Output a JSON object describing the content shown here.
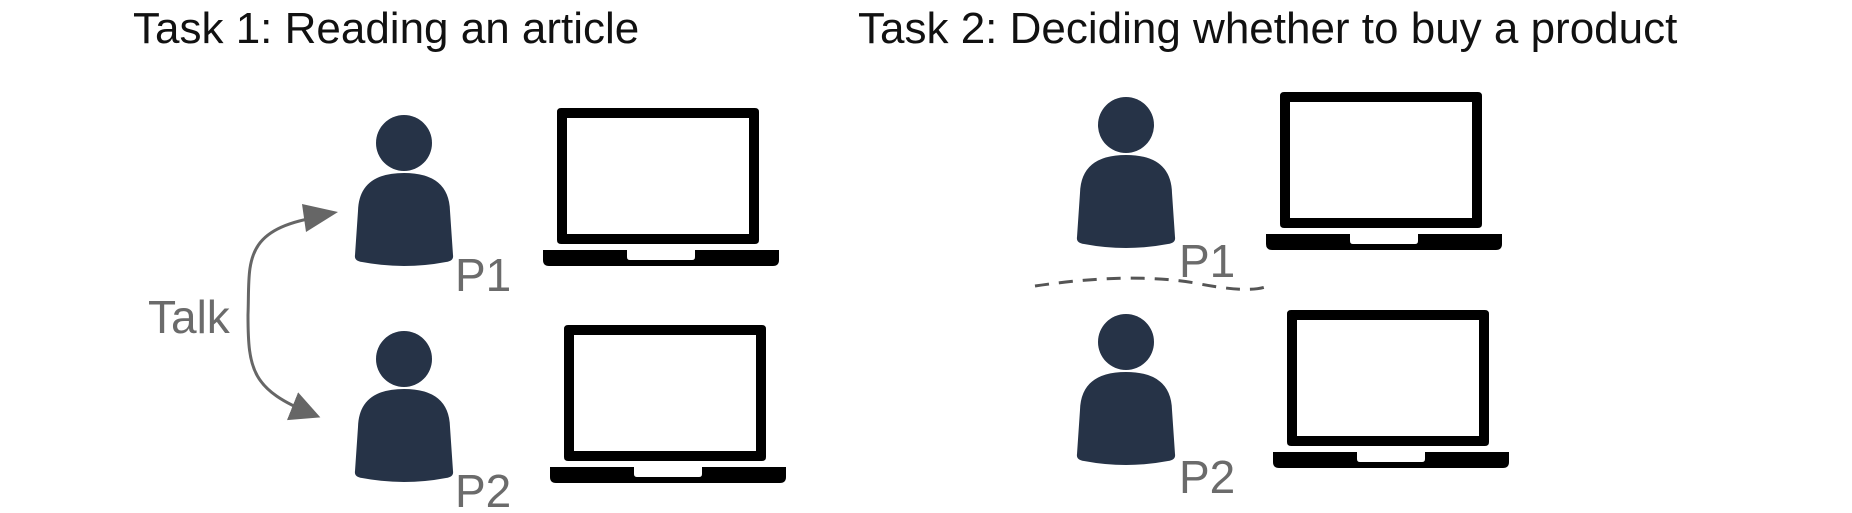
{
  "colors": {
    "person": "#263347",
    "label": "#6b6b6b",
    "device": "#000000",
    "arrow": "#666666",
    "separator": "#555555",
    "title": "#111111"
  },
  "icons": {
    "person": "person-icon",
    "laptop": "laptop-icon"
  },
  "task1": {
    "title": "Task 1: Reading an article",
    "p1_label": "P1",
    "p2_label": "P2",
    "talk_label": "Talk"
  },
  "task2": {
    "title": "Task 2: Deciding whether to buy a product",
    "p1_label": "P1",
    "p2_label": "P2"
  }
}
